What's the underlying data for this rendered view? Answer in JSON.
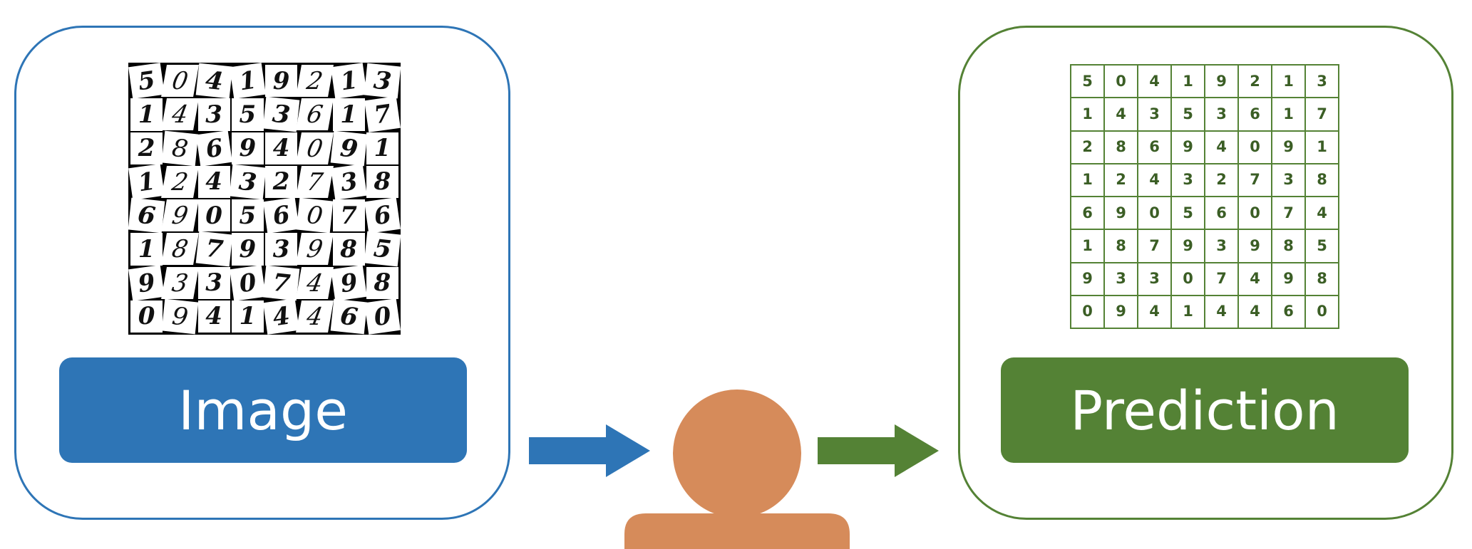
{
  "image_panel": {
    "label": "Image",
    "digits": [
      [
        5,
        0,
        4,
        1,
        9,
        2,
        1,
        3
      ],
      [
        1,
        4,
        3,
        5,
        3,
        6,
        1,
        7
      ],
      [
        2,
        8,
        6,
        9,
        4,
        0,
        9,
        1
      ],
      [
        1,
        2,
        4,
        3,
        2,
        7,
        3,
        8
      ],
      [
        6,
        9,
        0,
        5,
        6,
        0,
        7,
        6
      ],
      [
        1,
        8,
        7,
        9,
        3,
        9,
        8,
        5
      ],
      [
        9,
        3,
        3,
        0,
        7,
        4,
        9,
        8
      ],
      [
        0,
        9,
        4,
        1,
        4,
        4,
        6,
        0
      ]
    ]
  },
  "prediction_panel": {
    "label": "Prediction",
    "digits": [
      [
        5,
        0,
        4,
        1,
        9,
        2,
        1,
        3
      ],
      [
        1,
        4,
        3,
        5,
        3,
        6,
        1,
        7
      ],
      [
        2,
        8,
        6,
        9,
        4,
        0,
        9,
        1
      ],
      [
        1,
        2,
        4,
        3,
        2,
        7,
        3,
        8
      ],
      [
        6,
        9,
        0,
        5,
        6,
        0,
        7,
        4
      ],
      [
        1,
        8,
        7,
        9,
        3,
        9,
        8,
        5
      ],
      [
        9,
        3,
        3,
        0,
        7,
        4,
        9,
        8
      ],
      [
        0,
        9,
        4,
        1,
        4,
        4,
        6,
        0
      ]
    ]
  },
  "colors": {
    "blue": "#2e75b6",
    "green": "#548235",
    "person": "#d68b5a"
  },
  "icons": [
    "arrow-right-icon",
    "person-icon"
  ]
}
